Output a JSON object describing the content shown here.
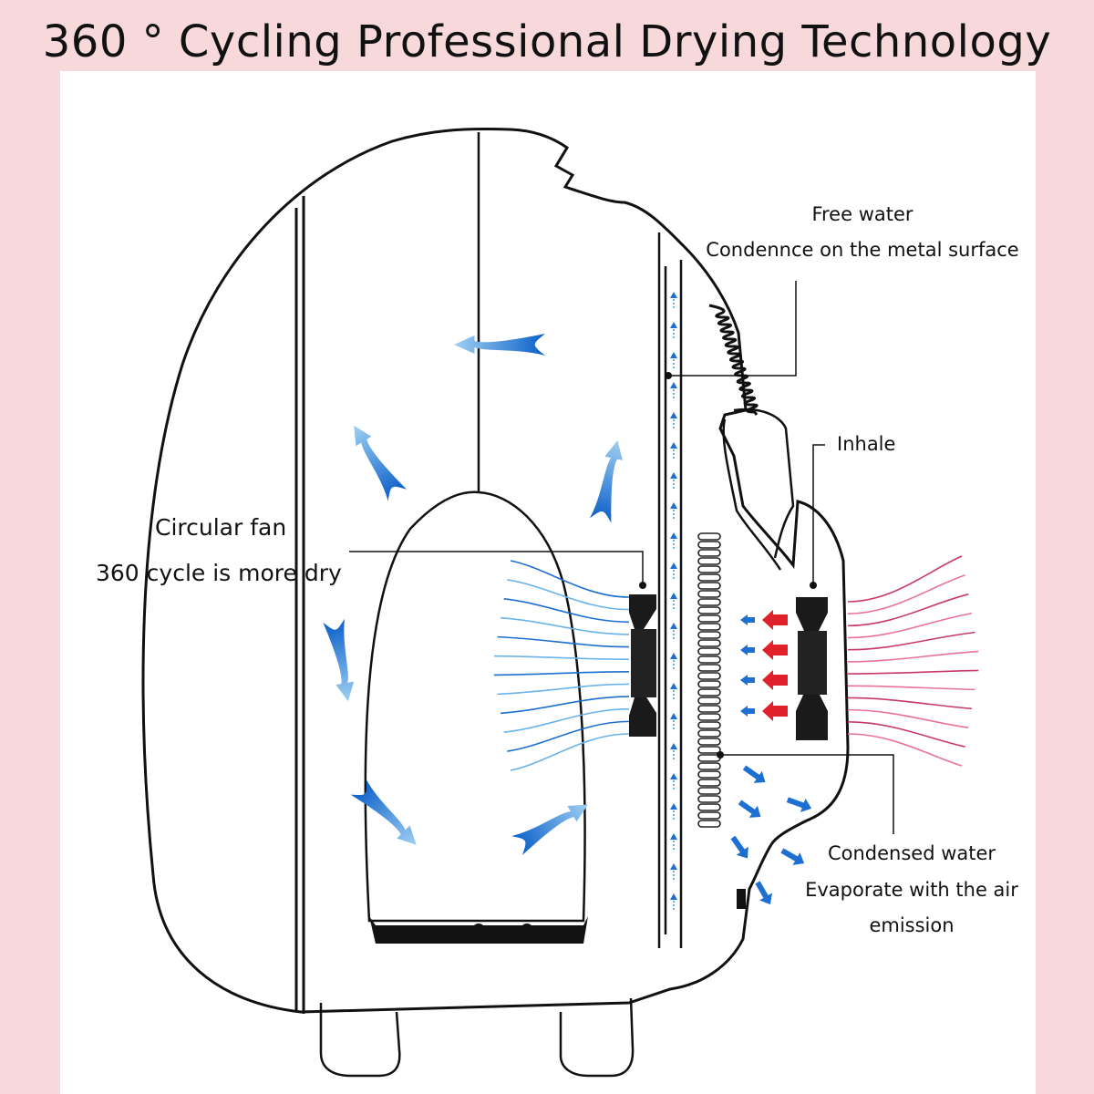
{
  "title": "360 ° Cycling Professional Drying Technology",
  "labels": {
    "free_water": "Free water",
    "condense": "Condennce on the metal surface",
    "inhale": "Inhale",
    "fan_1": "Circular fan",
    "fan_2": "360 cycle is more dry",
    "condensed_water": "Condensed water",
    "evap_1": "Evaporate with the air",
    "evap_2": "emission"
  },
  "colors": {
    "background": "#f7d9dc",
    "panel": "#ffffff",
    "outline": "#111111",
    "air_blue": "#1d6fd1",
    "air_light_blue": "#6ab3ea",
    "hot_red": "#e0202a",
    "hot_pink": "#e7739a",
    "fan_black": "#1a1a1a"
  }
}
